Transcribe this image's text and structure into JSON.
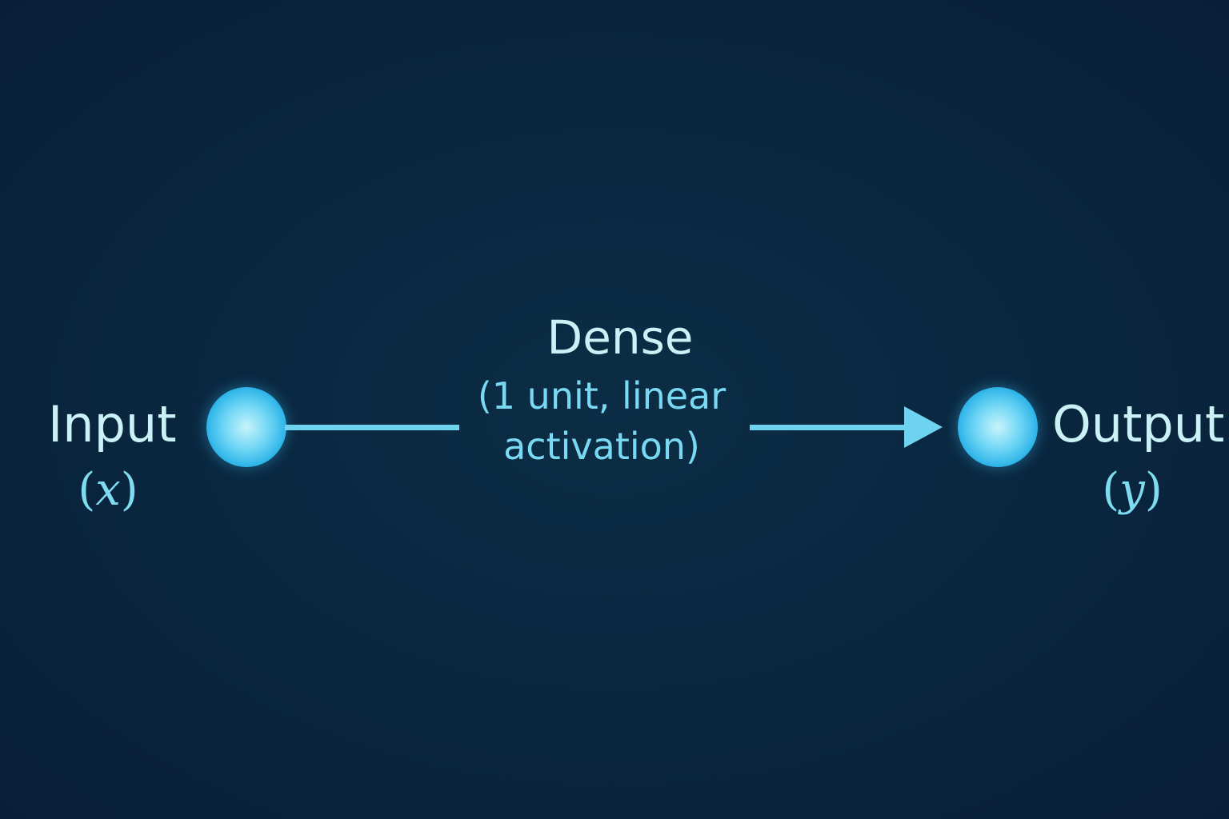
{
  "diagram": {
    "input": {
      "label": "Input",
      "var_open": "(",
      "var_letter": "x",
      "var_close": ")"
    },
    "output": {
      "label": "Output",
      "var_open": "(",
      "var_letter": "y",
      "var_close": ")"
    },
    "layer": {
      "title": "Dense",
      "desc_line1": "(1 unit, linear",
      "desc_line2": "activation)"
    },
    "colors": {
      "background": "#0a2740",
      "node": "#22aee6",
      "connector": "#6dd3ef",
      "label": "#c9f1f6",
      "variable": "#7fdcf0"
    }
  }
}
